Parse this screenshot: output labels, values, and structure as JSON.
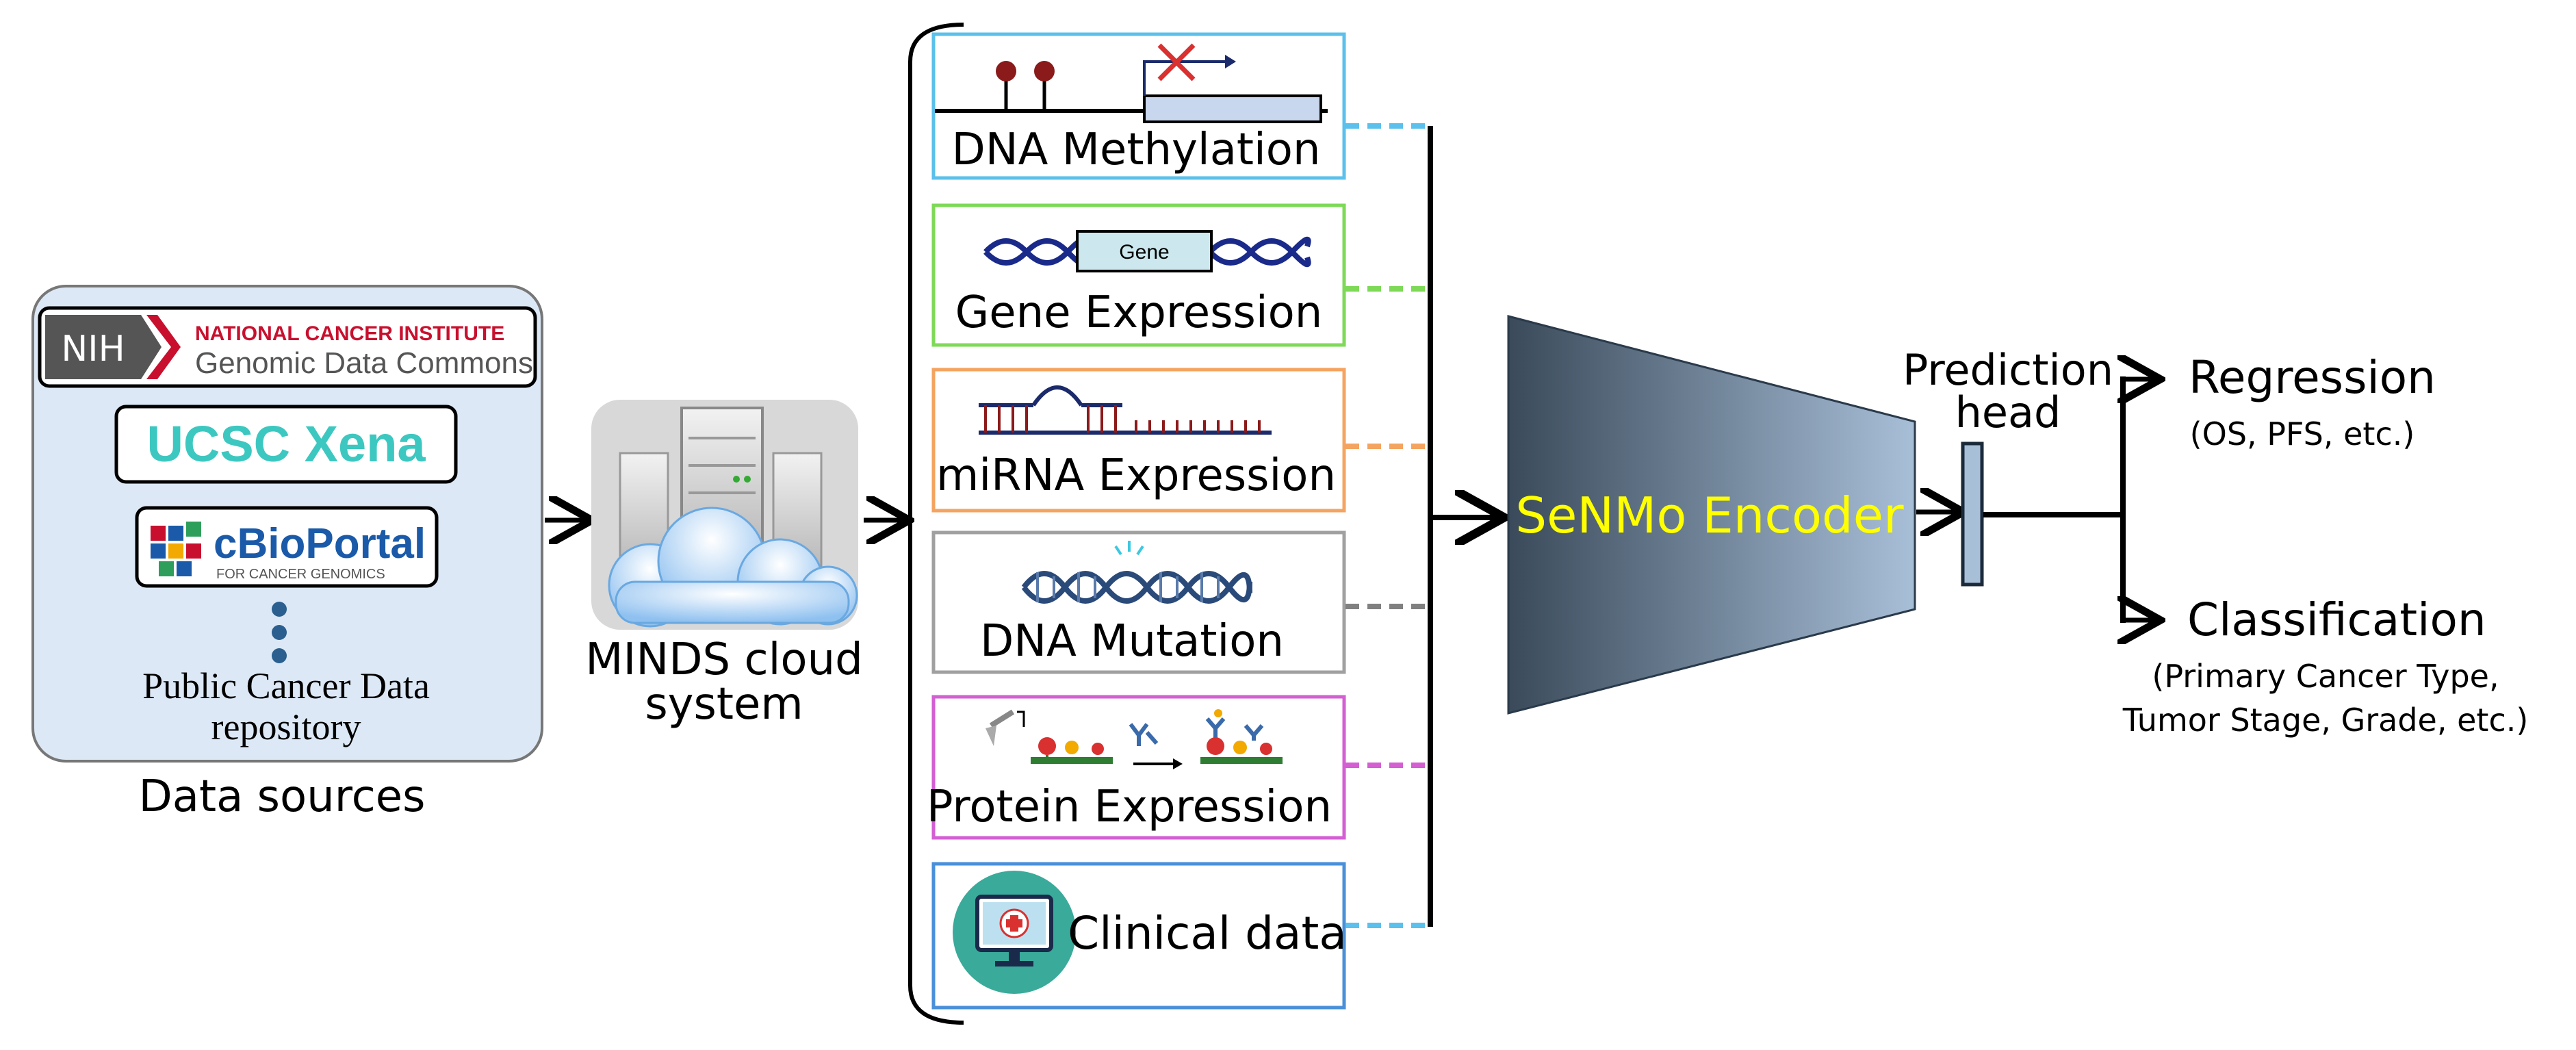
{
  "sources": {
    "nih_badge": "NIH",
    "nci_name": "NATIONAL CANCER INSTITUTE",
    "gdc_name": "Genomic Data Commons",
    "xena": "UCSC Xena",
    "cbioportal": "cBioPortal",
    "cbioportal_sub": "FOR CANCER GENOMICS",
    "repo_line1": "Public Cancer Data",
    "repo_line2": "repository",
    "caption": "Data sources"
  },
  "cloud": {
    "line1": "MINDS cloud",
    "line2": "system"
  },
  "modalities": [
    {
      "label": "DNA Methylation",
      "color": "#5bc0eb"
    },
    {
      "label": "Gene Expression",
      "color": "#7ed957"
    },
    {
      "label": "miRNA Expression",
      "color": "#f4a460"
    },
    {
      "label": "DNA Mutation",
      "color": "#808080"
    },
    {
      "label": "Protein Expression",
      "color": "#d35fd3"
    },
    {
      "label": "Clinical data",
      "color": "#4a90d9"
    }
  ],
  "gene_box_label": "Gene",
  "encoder": {
    "label": "SeNMo Encoder",
    "label_color": "#ffff00"
  },
  "head": {
    "line1": "Prediction",
    "line2": "head"
  },
  "outputs": {
    "regression": "Regression",
    "regression_sub": "(OS, PFS, etc.)",
    "classification": "Classification",
    "classification_sub1": "(Primary Cancer Type,",
    "classification_sub2": "Tumor Stage, Grade, etc.)"
  },
  "colors": {
    "sources_panel": "#dce8f5",
    "nci_red": "#c8102e",
    "xena_teal": "#3cc8c0",
    "cbio_blue": "#1a5aa8",
    "encoder_dark": "#3a4a5a",
    "encoder_light": "#a8bfd8"
  }
}
